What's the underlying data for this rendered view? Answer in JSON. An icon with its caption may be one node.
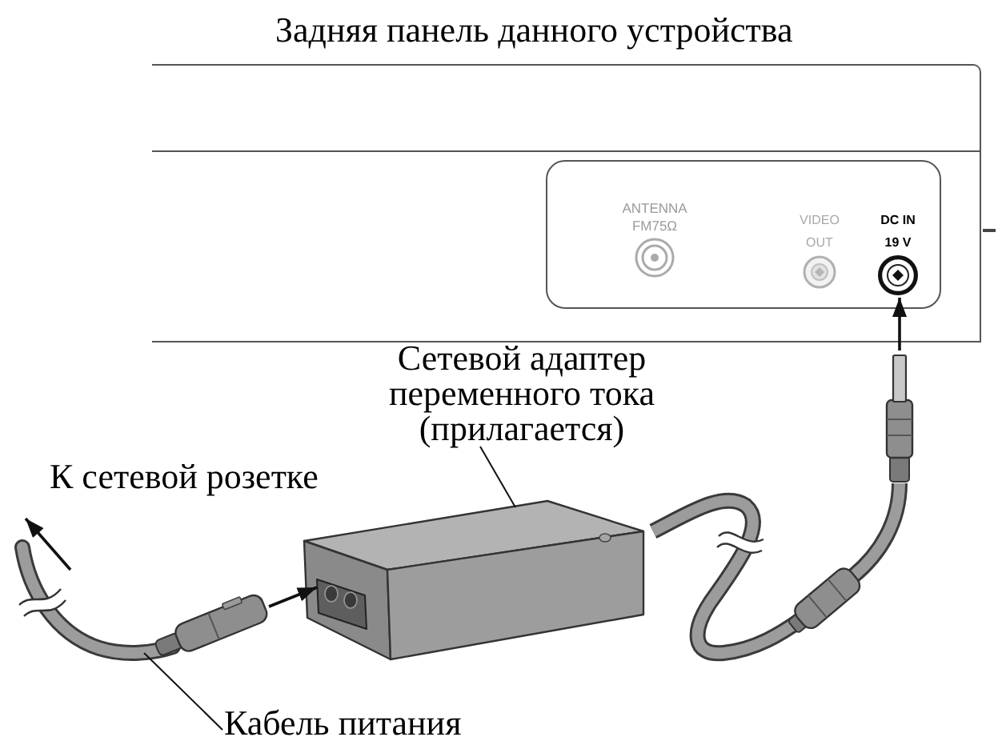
{
  "diagram": {
    "title": "Задняя панель данного устройства",
    "nodes": [
      {
        "text": [],
        "shape": "box"
      },
      {
        "text": [],
        "shape": "box",
        "in": 0
      },
      {
        "text": [
          "ANTENNA FM75Ω"
        ],
        "in": 1
      },
      {
        "text": [
          "VIDEO OUT"
        ],
        "in": 1
      },
      {
        "text": [
          "DC IN 19 V"
        ],
        "in": 1
      },
      {
        "text": [
          "Сетевой адаптер переменного тока (прилагается)"
        ]
      },
      {
        "text": [],
        "shape": "box"
      },
      {
        "text": [],
        "shape": "picture"
      },
      {
        "text": [],
        "shape": "picture"
      },
      {
        "text": [
          "Кабель питания"
        ]
      }
    ],
    "edges": [
      {
        "from": 5,
        "to": 6,
        "arrow": "none"
      },
      {
        "from": 7,
        "to": 4,
        "arrow": "to"
      },
      {
        "from": 8,
        "to": 6,
        "arrow": "to"
      },
      {
        "from": 8,
        "to": null,
        "arrow": "to"
      },
      {
        "from": 9,
        "to": 8,
        "arrow": "none"
      }
    ],
    "labels": [
      "К сетевой розетке"
    ]
  }
}
